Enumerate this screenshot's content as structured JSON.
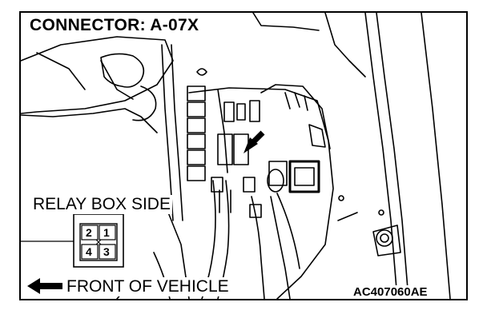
{
  "title": "CONNECTOR: A-07X",
  "relay_label": "RELAY BOX SIDE",
  "front_label": "FRONT OF VEHICLE",
  "figure_code": "AC407060AE",
  "connector_pins": [
    "2",
    "1",
    "4",
    "3"
  ],
  "icons": {
    "arrow_left": "arrow-left-icon",
    "pointer_arrow": "pointer-arrow-icon"
  }
}
